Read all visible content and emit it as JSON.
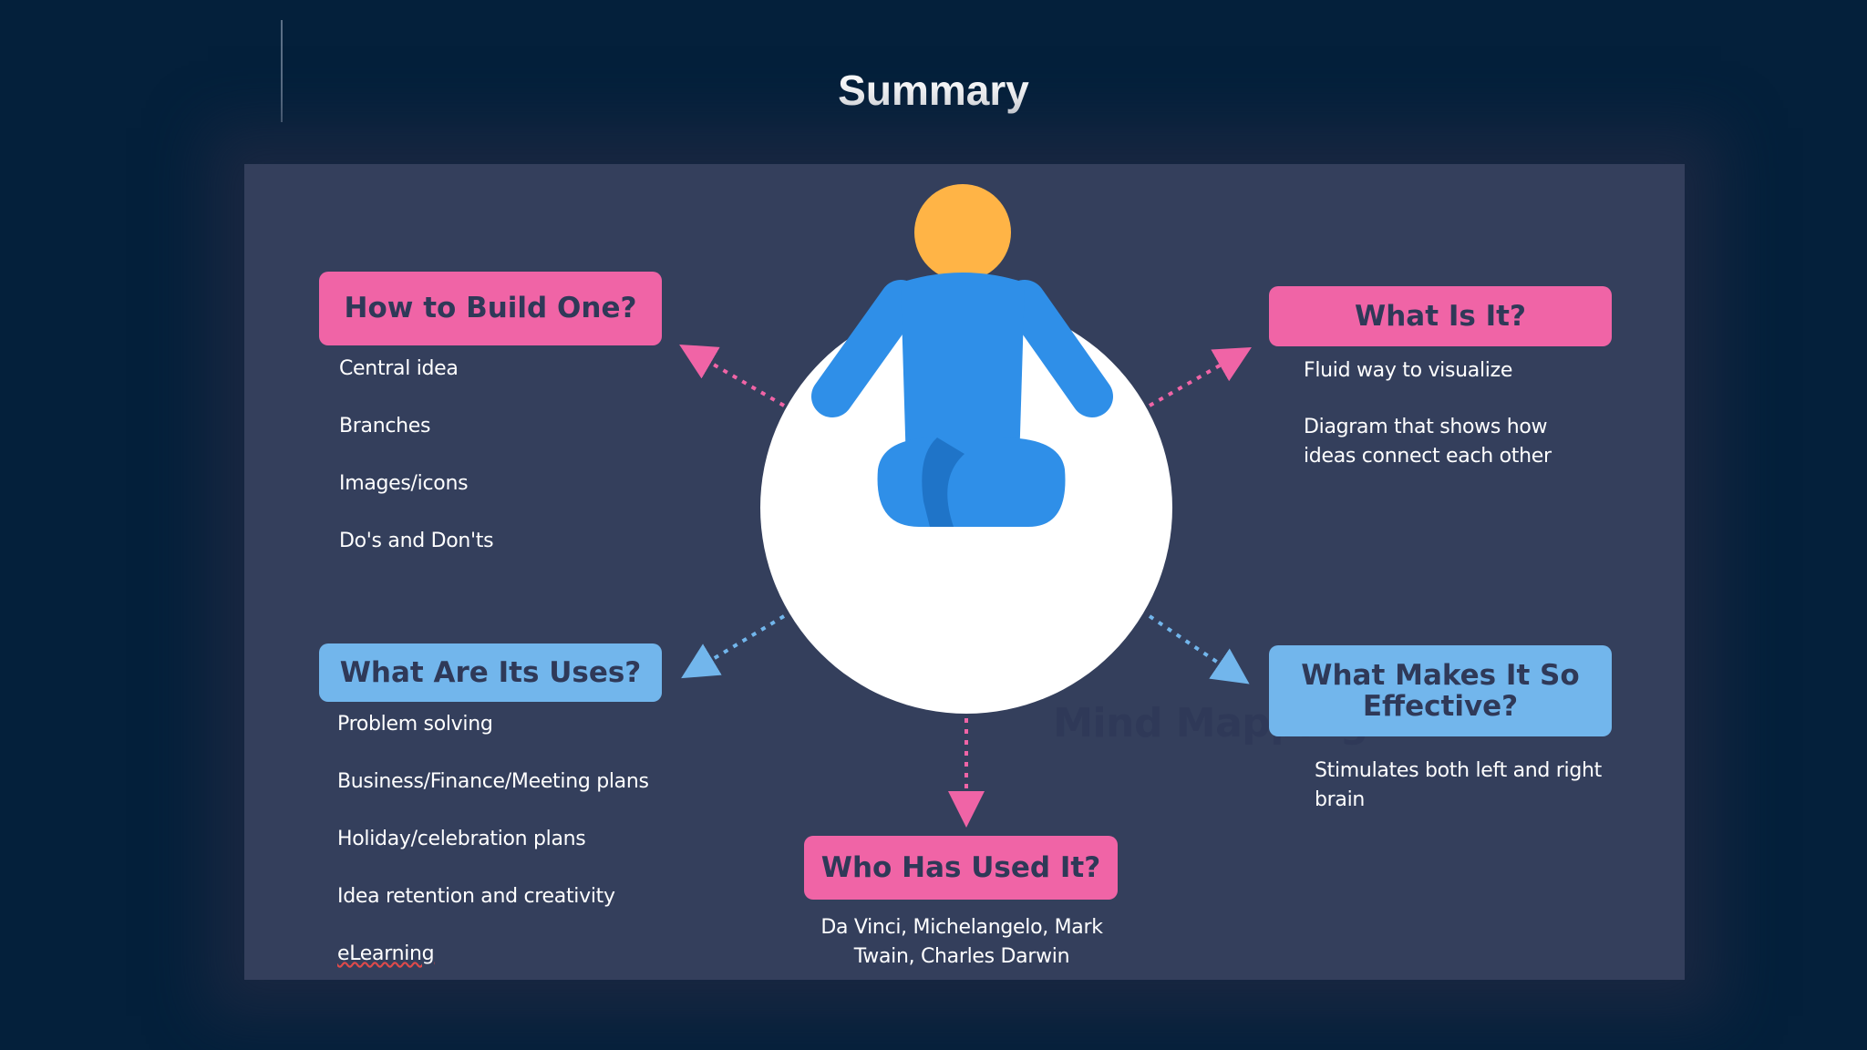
{
  "slide": {
    "title": "Summary"
  },
  "center": {
    "title": "Mind Mapping"
  },
  "sections": {
    "how_to_build": {
      "heading": "How to Build One?",
      "items": [
        "Central idea",
        "Branches",
        "Images/icons",
        "Do's and Don'ts"
      ]
    },
    "what_is_it": {
      "heading": "What Is It?",
      "items": [
        "Fluid way to visualize",
        "Diagram that shows how ideas connect each other"
      ]
    },
    "uses": {
      "heading": "What Are Its Uses?",
      "items": [
        "Problem solving",
        "Business/Finance/Meeting plans",
        "Holiday/celebration plans",
        "Idea retention and creativity",
        "eLearning"
      ]
    },
    "effective": {
      "heading": "What Makes It So Effective?",
      "items": [
        "Stimulates both left and right brain"
      ]
    },
    "who_used": {
      "heading": "Who Has Used It?",
      "items": [
        "Da Vinci, Michelangelo, Mark Twain, Charles Darwin"
      ]
    }
  },
  "colors": {
    "background": "#04203b",
    "panel": "#343f5c",
    "pink": "#f064a6",
    "blue": "#72b6ec",
    "figure_blue": "#2f8fe8",
    "figure_head": "#ffb446",
    "text_dark": "#2f3958"
  },
  "icons": [
    "meditating-person-icon"
  ]
}
